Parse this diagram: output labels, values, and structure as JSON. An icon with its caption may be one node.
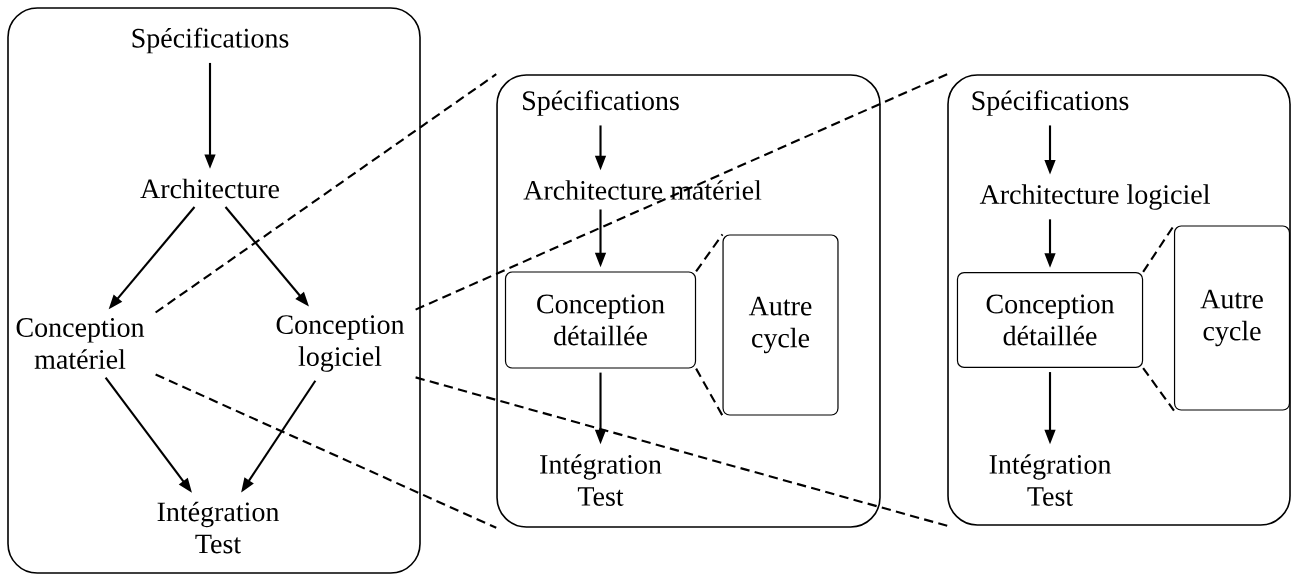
{
  "diagram": {
    "nodes": [
      {
        "text": [],
        "shape": "box"
      },
      {
        "text": [
          "Spécifications"
        ],
        "in": 0
      },
      {
        "text": [
          "Architecture"
        ],
        "in": 0
      },
      {
        "text": [
          "Conception matériel"
        ],
        "in": 0
      },
      {
        "text": [
          "Conception logiciel"
        ],
        "in": 0
      },
      {
        "text": [
          "Intégration Test"
        ],
        "in": 0
      },
      {
        "text": [],
        "shape": "box"
      },
      {
        "text": [
          "Spécifications"
        ],
        "in": 6
      },
      {
        "text": [
          "Architecture matériel"
        ],
        "in": 6
      },
      {
        "text": [
          "Conception détaillée"
        ],
        "in": 6
      },
      {
        "text": [
          "Autre cycle"
        ],
        "in": 6
      },
      {
        "text": [
          "Intégration Test"
        ],
        "in": 6
      },
      {
        "text": [],
        "shape": "box"
      },
      {
        "text": [
          "Spécifications"
        ],
        "in": 12
      },
      {
        "text": [
          "Architecture logiciel"
        ],
        "in": 12
      },
      {
        "text": [
          "Conception détaillée"
        ],
        "in": 12
      },
      {
        "text": [
          "Autre cycle"
        ],
        "in": 12
      },
      {
        "text": [
          "Intégration Test"
        ],
        "in": 12
      }
    ],
    "edges": [
      {
        "from": 1,
        "to": 2,
        "arrow": "to"
      },
      {
        "from": 2,
        "to": 3,
        "arrow": "to"
      },
      {
        "from": 2,
        "to": 4,
        "arrow": "to"
      },
      {
        "from": 3,
        "to": 5,
        "arrow": "to"
      },
      {
        "from": 4,
        "to": 5,
        "arrow": "to"
      },
      {
        "from": 3,
        "to": 6,
        "arrow": "none",
        "style": "dashed"
      },
      {
        "from": 3,
        "to": 6,
        "arrow": "none",
        "style": "dashed"
      },
      {
        "from": 4,
        "to": 12,
        "arrow": "none",
        "style": "dashed"
      },
      {
        "from": 4,
        "to": 12,
        "arrow": "none",
        "style": "dashed"
      },
      {
        "from": 7,
        "to": 8,
        "arrow": "to"
      },
      {
        "from": 8,
        "to": 9,
        "arrow": "to"
      },
      {
        "from": 9,
        "to": 11,
        "arrow": "to"
      },
      {
        "from": 9,
        "to": 10,
        "arrow": "none",
        "style": "dashed"
      },
      {
        "from": 9,
        "to": 10,
        "arrow": "none",
        "style": "dashed"
      },
      {
        "from": 13,
        "to": 14,
        "arrow": "to"
      },
      {
        "from": 14,
        "to": 15,
        "arrow": "to"
      },
      {
        "from": 15,
        "to": 17,
        "arrow": "to"
      },
      {
        "from": 15,
        "to": 16,
        "arrow": "none",
        "style": "dashed"
      },
      {
        "from": 15,
        "to": 16,
        "arrow": "none",
        "style": "dashed"
      }
    ]
  }
}
